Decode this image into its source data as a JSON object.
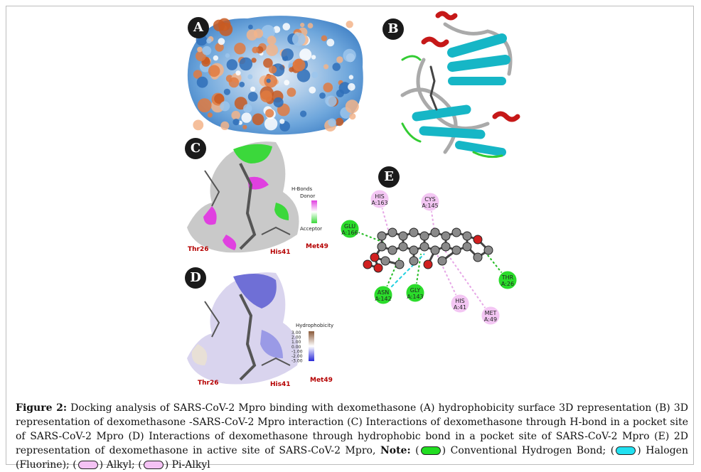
{
  "panels": {
    "a": {
      "label": "A"
    },
    "b": {
      "label": "B"
    },
    "c": {
      "label": "C",
      "legend_title": "H-Bonds",
      "legend_top": "Donor",
      "legend_bottom": "Acceptor",
      "residues": [
        "Thr26",
        "His41",
        "Met49"
      ]
    },
    "d": {
      "label": "D",
      "legend_title": "Hydrophobicity",
      "scale": [
        "3.00",
        "2.00",
        "1.00",
        "0.00",
        "-1.00",
        "-2.00",
        "-3.00"
      ],
      "residues": [
        "Thr26",
        "His41",
        "Met49"
      ]
    },
    "e": {
      "label": "E",
      "residues": [
        {
          "name": "HIS",
          "id": "A:163",
          "type": "alkyl"
        },
        {
          "name": "CYS",
          "id": "A:145",
          "type": "alkyl"
        },
        {
          "name": "GLU",
          "id": "A:166",
          "type": "hbond"
        },
        {
          "name": "THR",
          "id": "A:26",
          "type": "hbond"
        },
        {
          "name": "ASN",
          "id": "A:142",
          "type": "hbond"
        },
        {
          "name": "GLY",
          "id": "A:143",
          "type": "hbond"
        },
        {
          "name": "HIS",
          "id": "A:41",
          "type": "alkyl"
        },
        {
          "name": "MET",
          "id": "A:49",
          "type": "alkyl"
        }
      ]
    }
  },
  "caption": {
    "figure_label": "Figure 2:",
    "text": " Docking analysis of SARS-CoV-2 Mpro binding with dexomethasone (A) hydrophobicity surface 3D representation (B) 3D representation of dexomethasone -SARS-CoV-2 Mpro interaction (C) Interactions of dexomethasone through H-bond in a pocket site of SARS-CoV-2 Mpro (D) Interactions of dexomethasone through hydrophobic bond in a pocket site of SARS-CoV-2 Mpro (E) 2D representation of dexomethasone in active site of SARS-CoV-2 Mpro, ",
    "note_label": "Note:",
    "legend": [
      {
        "label": "Conventional Hydrogen Bond;",
        "color": "#22dd22"
      },
      {
        "label": "Halogen (Fluorine);",
        "color": "#22e0f0"
      },
      {
        "label": "Alkyl;",
        "color": "#f4c2f4"
      },
      {
        "label": "Pi-Alkyl",
        "color": "#f4c2f4"
      }
    ]
  }
}
